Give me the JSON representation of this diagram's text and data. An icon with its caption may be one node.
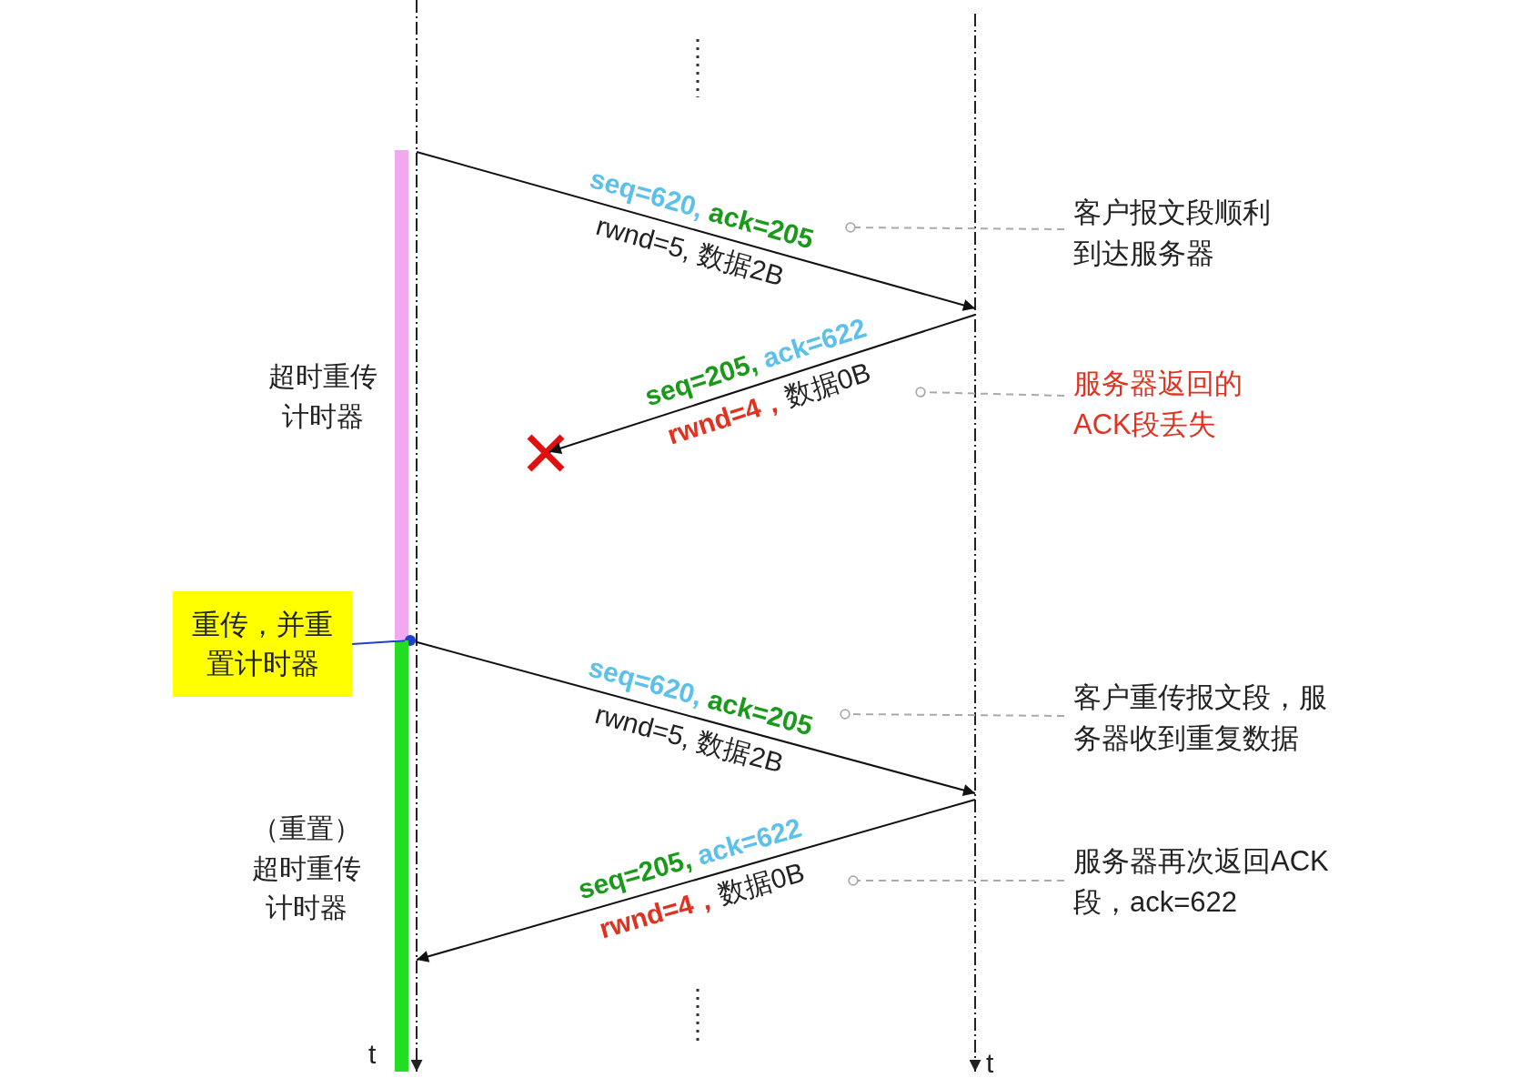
{
  "diagram": {
    "nodes": [
      {
        "text": [],
        "shape": "line",
        "beside": [
          "t"
        ]
      },
      {
        "text": [],
        "shape": "line",
        "beside": [
          "t"
        ]
      },
      {
        "text": [],
        "shape": "bar",
        "beside": [
          "超时重传计时器"
        ]
      },
      {
        "text": [
          "重传，并重置计时器"
        ]
      },
      {
        "text": [],
        "shape": "circle"
      },
      {
        "text": [],
        "shape": "bar",
        "beside": [
          "（重置）超时重传计时器"
        ]
      },
      {
        "text": [],
        "shape": "cross"
      },
      {
        "text": [
          "客户报文段顺利到达服务器"
        ]
      },
      {
        "text": [
          "服务器返回的ACK段丢失"
        ]
      },
      {
        "text": [
          "客户重传报文段，服务器收到重复数据"
        ]
      },
      {
        "text": [
          "服务器再次返回ACK段，ack=622"
        ]
      }
    ],
    "edges": [
      {
        "from": 0,
        "to": 1,
        "arrow": "to",
        "label": "seq=620, ack=205 rwnd=5, 数据2B"
      },
      {
        "from": 1,
        "to": 6,
        "arrow": "to",
        "label": "seq=205, ack=622 rwnd=4，数据0B"
      },
      {
        "from": 4,
        "to": 1,
        "arrow": "to",
        "label": "seq=620, ack=205 rwnd=5, 数据2B"
      },
      {
        "from": 1,
        "to": 0,
        "arrow": "to",
        "label": "seq=205, ack=622 rwnd=4，数据0B"
      },
      {
        "from": 3,
        "to": 4,
        "arrow": "none",
        "color": "#1f3fcf"
      },
      {
        "from": 7,
        "to": null,
        "arrow": "other",
        "style": "dashed",
        "color": "#aaaaaa"
      },
      {
        "from": 8,
        "to": null,
        "arrow": "other",
        "style": "dashed",
        "color": "#aaaaaa"
      },
      {
        "from": 9,
        "to": null,
        "arrow": "other",
        "style": "dashed",
        "color": "#aaaaaa"
      },
      {
        "from": 10,
        "to": null,
        "arrow": "other",
        "style": "dashed",
        "color": "#aaaaaa"
      }
    ]
  }
}
